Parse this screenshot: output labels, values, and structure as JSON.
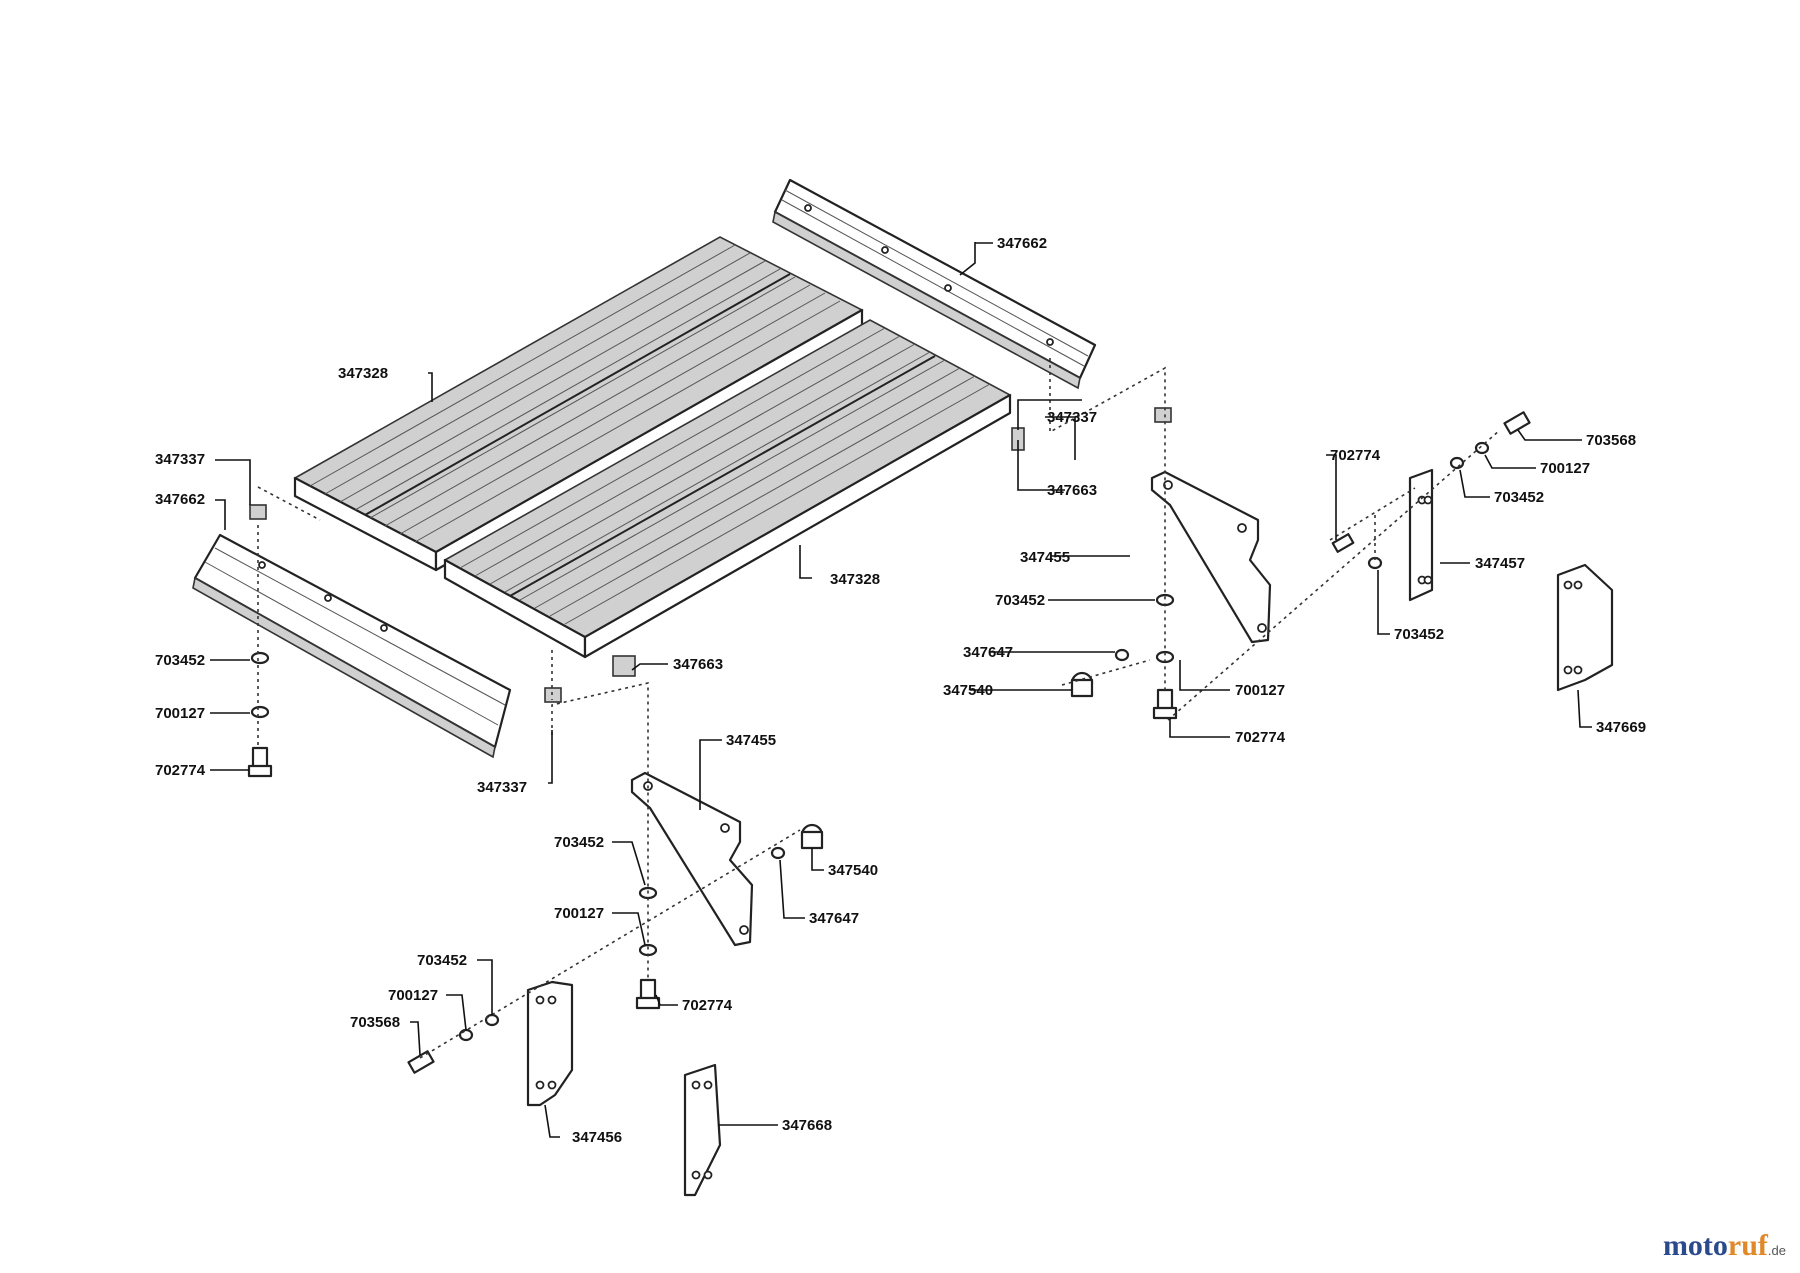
{
  "labels": {
    "l347662_top": "347662",
    "l347328_top": "347328",
    "l347337_left": "347337",
    "l347662_left": "347662",
    "l347328_mid": "347328",
    "l347663_right": "347663",
    "l347337_right": "347337",
    "l703452_left": "703452",
    "l700127_left": "700127",
    "l702774_left": "702774",
    "l347337_bot": "347337",
    "l347663_bot": "347663",
    "l347455_right": "347455",
    "l703452_rmid": "703452",
    "l347647_right": "347647",
    "l347540_right": "347540",
    "l700127_rmid": "700127",
    "l702774_rmid": "702774",
    "l702774_rtop": "702774",
    "l703568_rtop": "703568",
    "l700127_rtop": "700127",
    "l703452_rtop": "703452",
    "l347457": "347457",
    "l703452_rbot": "703452",
    "l347669": "347669",
    "l347455_bot": "347455",
    "l703452_bmid": "703452",
    "l347540_bot": "347540",
    "l700127_bmid": "700127",
    "l347647_bot": "347647",
    "l703452_bl": "703452",
    "l700127_bl": "700127",
    "l703568_bl": "703568",
    "l702774_bmid": "702774",
    "l347456": "347456",
    "l347668": "347668"
  },
  "logo": {
    "text_a": "moto",
    "text_b": "ruf",
    "suffix": ".de",
    "color_a": "#2b4a8c",
    "color_b": "#e0892b"
  }
}
